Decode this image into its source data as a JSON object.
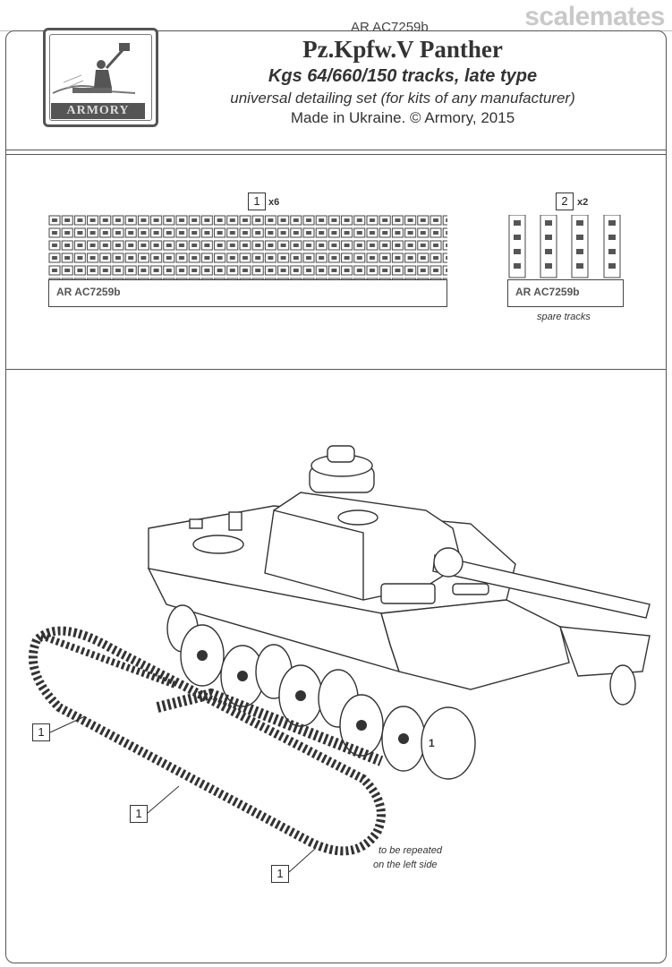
{
  "header": {
    "product_code": "AR AC7259b",
    "watermark": "scalemates"
  },
  "logo": {
    "word": "ARMORY"
  },
  "title": {
    "line1": "Pz.Kpfw.V Panther",
    "line2": "Kgs 64/660/150 tracks, late type",
    "line3": "universal detailing set (for kits of any manufacturer)",
    "line4": "Made in Ukraine. © Armory, 2015"
  },
  "sprues": [
    {
      "part": "1",
      "quantity": "x6",
      "label": "AR AC7259b"
    },
    {
      "part": "2",
      "quantity": "x2",
      "label": "AR AC7259b",
      "note": "spare tracks"
    }
  ],
  "diagram": {
    "callouts": [
      "1",
      "1",
      "1"
    ],
    "note_line1": "to be repeated",
    "note_line2": "on the left side",
    "wheel_callout": "1"
  }
}
